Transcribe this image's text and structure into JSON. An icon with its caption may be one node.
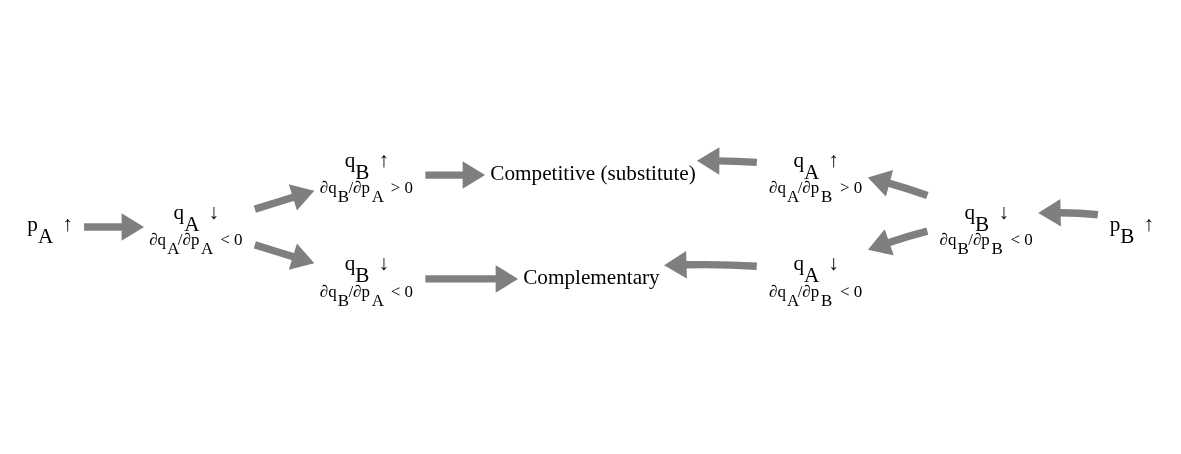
{
  "diagram": {
    "nodes": [
      {
        "text": [
          "p$_{A}$ ↑"
        ]
      },
      {
        "text": [
          "q$_{A}$ ↓"
        ],
        "beside": [
          "∂q$_{A}$/∂p$_{A}$ < 0"
        ]
      },
      {
        "text": [
          "q$_{B}$ ↑"
        ],
        "beside": [
          "∂q$_{B}$/∂p$_{A}$ > 0"
        ]
      },
      {
        "text": [
          "q$_{B}$ ↓"
        ],
        "beside": [
          "∂q$_{B}$/∂p$_{A}$ < 0"
        ]
      },
      {
        "text": [
          "Competitive (substitute)"
        ]
      },
      {
        "text": [
          "Complementary"
        ]
      },
      {
        "text": [
          "q$_{A}$ ↑"
        ],
        "beside": [
          "∂q$_{A}$/∂p$_{B}$ > 0"
        ]
      },
      {
        "text": [
          "q$_{B}$ ↓"
        ],
        "beside": [
          "∂q$_{B}$/∂p$_{B}$ < 0"
        ]
      },
      {
        "text": [
          "p$_{B}$ ↑"
        ]
      },
      {
        "text": [
          "q$_{A}$ ↓"
        ],
        "beside": [
          "∂q$_{A}$/∂p$_{B}$ < 0"
        ]
      }
    ],
    "edges": [
      {
        "from": 0,
        "to": 1,
        "arrow": "to"
      },
      {
        "from": 1,
        "to": 2,
        "arrow": "to"
      },
      {
        "from": 1,
        "to": 3,
        "arrow": "to"
      },
      {
        "from": 2,
        "to": 4,
        "arrow": "to"
      },
      {
        "from": 3,
        "to": 5,
        "arrow": "to"
      },
      {
        "from": 8,
        "to": 7,
        "arrow": "to"
      },
      {
        "from": 7,
        "to": 6,
        "arrow": "to"
      },
      {
        "from": 7,
        "to": 9,
        "arrow": "to"
      },
      {
        "from": 6,
        "to": 4,
        "arrow": "to"
      },
      {
        "from": 9,
        "to": 5,
        "arrow": "to"
      }
    ]
  }
}
